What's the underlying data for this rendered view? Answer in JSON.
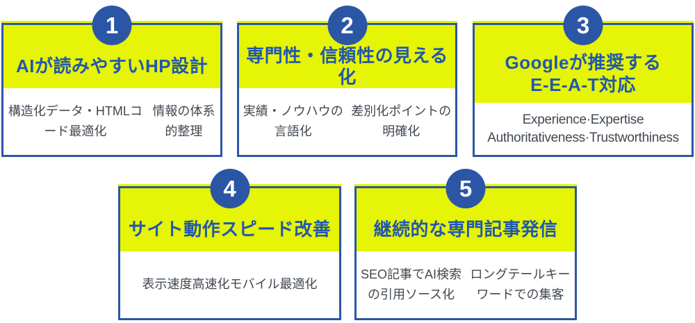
{
  "colors": {
    "blue": "#2b56a6",
    "title_blue": "#2158ad",
    "yellow": "#e6f405",
    "body_gray": "#414850",
    "card_bg": "#ffffff",
    "badge_text": "#ffffff",
    "page_bg": "#ffffff"
  },
  "cards": [
    {
      "number": "1",
      "title_lines": [
        "AIが読みやすいHP設計"
      ],
      "body_lines": [
        "構造化データ・HTMLコード最適化",
        "情報の体系的整理"
      ]
    },
    {
      "number": "2",
      "title_lines": [
        "専門性・信頼性の見える化"
      ],
      "body_lines": [
        "実績・ノウハウの言語化",
        "差別化ポイントの明確化"
      ]
    },
    {
      "number": "3",
      "title_lines": [
        "Googleが推奨する",
        "E-E-A-T対応"
      ],
      "body_lines": [
        "Experience·Expertise",
        "Authoritativeness·Trustworthiness"
      ]
    },
    {
      "number": "4",
      "title_lines": [
        "サイト動作スピード改善"
      ],
      "body_lines": [
        "表示速度高速化",
        "モバイル最適化"
      ]
    },
    {
      "number": "5",
      "title_lines": [
        "継続的な専門記事発信"
      ],
      "body_lines": [
        "SEO記事でAI検索の引用ソース化",
        "ロングテールキーワードでの集客"
      ]
    }
  ]
}
